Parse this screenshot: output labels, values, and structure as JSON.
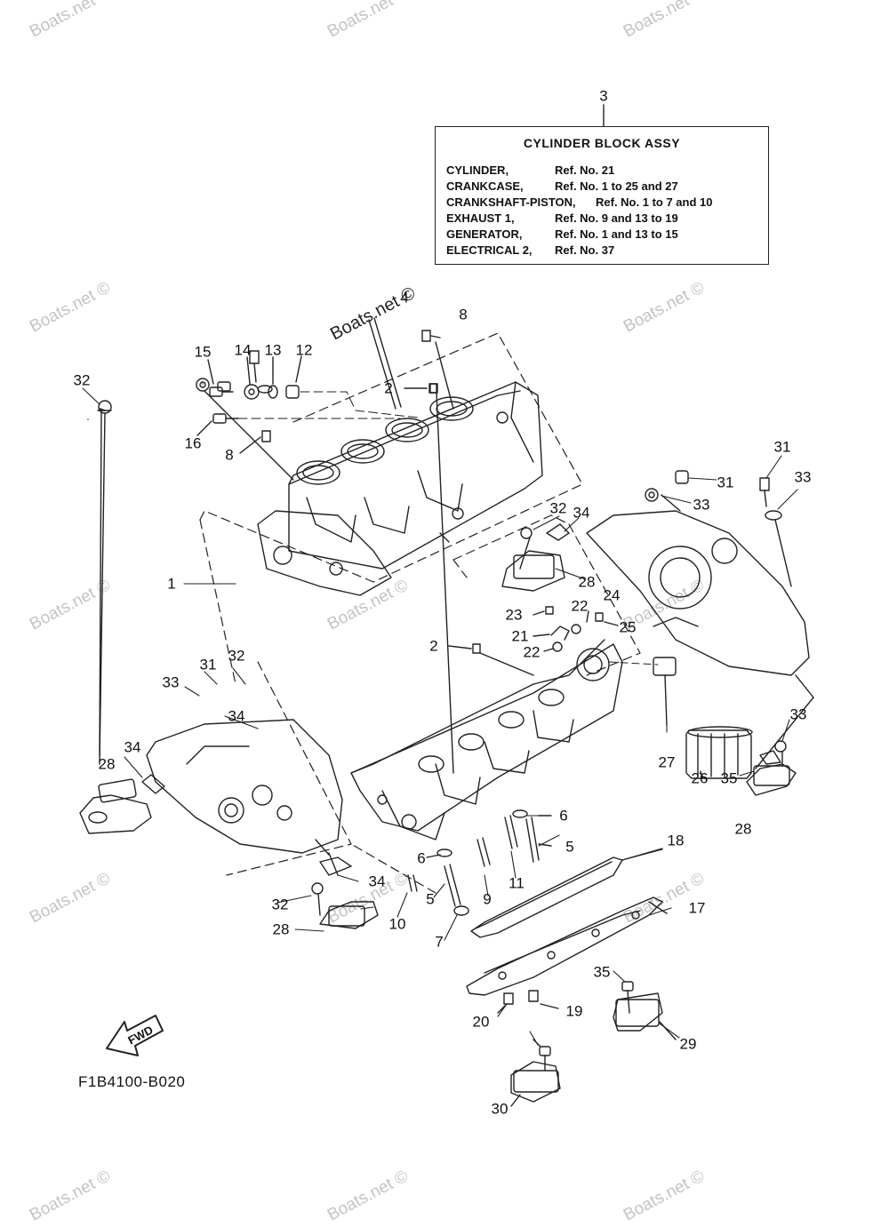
{
  "legend": {
    "ref_number": "3",
    "title": "CYLINDER BLOCK ASSY",
    "rows": [
      {
        "name": "CYLINDER,",
        "refs": "Ref. No. 21"
      },
      {
        "name": "CRANKCASE,",
        "refs": "Ref. No. 1 to 25 and 27"
      },
      {
        "name": "CRANKSHAFT-PISTON,",
        "refs": "Ref. No. 1 to 7 and 10"
      },
      {
        "name": "EXHAUST 1,",
        "refs": "Ref. No. 9 and 13 to 19"
      },
      {
        "name": "GENERATOR,",
        "refs": "Ref. No. 1 and 13 to 15"
      },
      {
        "name": "ELECTRICAL 2,",
        "refs": "Ref. No. 37"
      }
    ]
  },
  "watermark": "Boats.net ©",
  "fwd_label": "FWD",
  "diagram_code": "F1B4100-B020",
  "callouts": [
    "1",
    "2",
    "2",
    "4",
    "5",
    "5",
    "6",
    "6",
    "7",
    "8",
    "8",
    "9",
    "10",
    "11",
    "12",
    "13",
    "14",
    "15",
    "16",
    "17",
    "18",
    "19",
    "20",
    "21",
    "22",
    "22",
    "23",
    "24",
    "25",
    "26",
    "27",
    "28",
    "28",
    "28",
    "28",
    "29",
    "30",
    "31",
    "31",
    "31",
    "32",
    "32",
    "32",
    "32",
    "33",
    "33",
    "33",
    "33",
    "34",
    "34",
    "34",
    "34",
    "35",
    "35"
  ],
  "colors": {
    "line": "#222222",
    "watermark": "#b0b0b0",
    "background": "#ffffff"
  }
}
